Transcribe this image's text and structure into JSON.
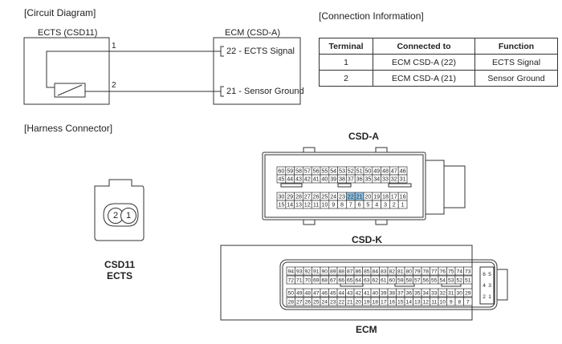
{
  "sections": {
    "circuit": "[Circuit Diagram]",
    "connection": "[Connection Information]",
    "harness": "[Harness Connector]"
  },
  "circuit": {
    "ects_label": "ECTS (CSD11)",
    "ecm_label": "ECM (CSD-A)",
    "wire1_num": "1",
    "wire2_num": "2",
    "pin22": "22 - ECTS Signal",
    "pin21": "21 - Sensor Ground"
  },
  "table": {
    "headers": [
      "Terminal",
      "Connected to",
      "Function"
    ],
    "rows": [
      [
        "1",
        "ECM CSD-A (22)",
        "ECTS Signal"
      ],
      [
        "2",
        "ECM CSD-A (21)",
        "Sensor Ground"
      ]
    ]
  },
  "csd11": {
    "pins": [
      "2",
      "1"
    ],
    "label_line1": "CSD11",
    "label_line2": "ECTS"
  },
  "csda": {
    "title": "CSD-A",
    "rows": [
      [
        "60",
        "59",
        "58",
        "57",
        "56",
        "55",
        "54",
        "53",
        "52",
        "51",
        "50",
        "49",
        "48",
        "47",
        "46"
      ],
      [
        "45",
        "44",
        "43",
        "42",
        "41",
        "40",
        "39",
        "38",
        "37",
        "36",
        "35",
        "34",
        "33",
        "32",
        "31"
      ],
      [
        "30",
        "29",
        "28",
        "27",
        "26",
        "25",
        "24",
        "23",
        "22",
        "21",
        "20",
        "19",
        "18",
        "17",
        "16"
      ],
      [
        "15",
        "14",
        "13",
        "12",
        "11",
        "10",
        "9",
        "8",
        "7",
        "6",
        "5",
        "4",
        "3",
        "2",
        "1"
      ]
    ],
    "highlight": [
      "22",
      "21"
    ],
    "highlight_color": "#8ec3e6"
  },
  "csdk": {
    "title": "CSD-K",
    "rows": [
      [
        "94",
        "93",
        "92",
        "91",
        "90",
        "89",
        "88",
        "87",
        "86",
        "85",
        "84",
        "83",
        "82",
        "81",
        "80",
        "79",
        "78",
        "77",
        "76",
        "75",
        "74",
        "73"
      ],
      [
        "72",
        "71",
        "70",
        "69",
        "68",
        "67",
        "66",
        "65",
        "64",
        "63",
        "62",
        "61",
        "60",
        "59",
        "58",
        "57",
        "56",
        "55",
        "54",
        "53",
        "52",
        "51"
      ],
      [
        "50",
        "49",
        "48",
        "47",
        "46",
        "45",
        "44",
        "43",
        "42",
        "41",
        "40",
        "39",
        "38",
        "37",
        "36",
        "35",
        "34",
        "33",
        "32",
        "31",
        "30",
        "29"
      ],
      [
        "28",
        "27",
        "26",
        "25",
        "24",
        "23",
        "22",
        "21",
        "20",
        "19",
        "18",
        "17",
        "16",
        "15",
        "14",
        "13",
        "12",
        "11",
        "10",
        "9",
        "8",
        "7"
      ]
    ],
    "side": [
      [
        "6",
        "5"
      ],
      [
        "4",
        "3"
      ],
      [
        "2",
        "1"
      ]
    ],
    "footer": "ECM"
  }
}
